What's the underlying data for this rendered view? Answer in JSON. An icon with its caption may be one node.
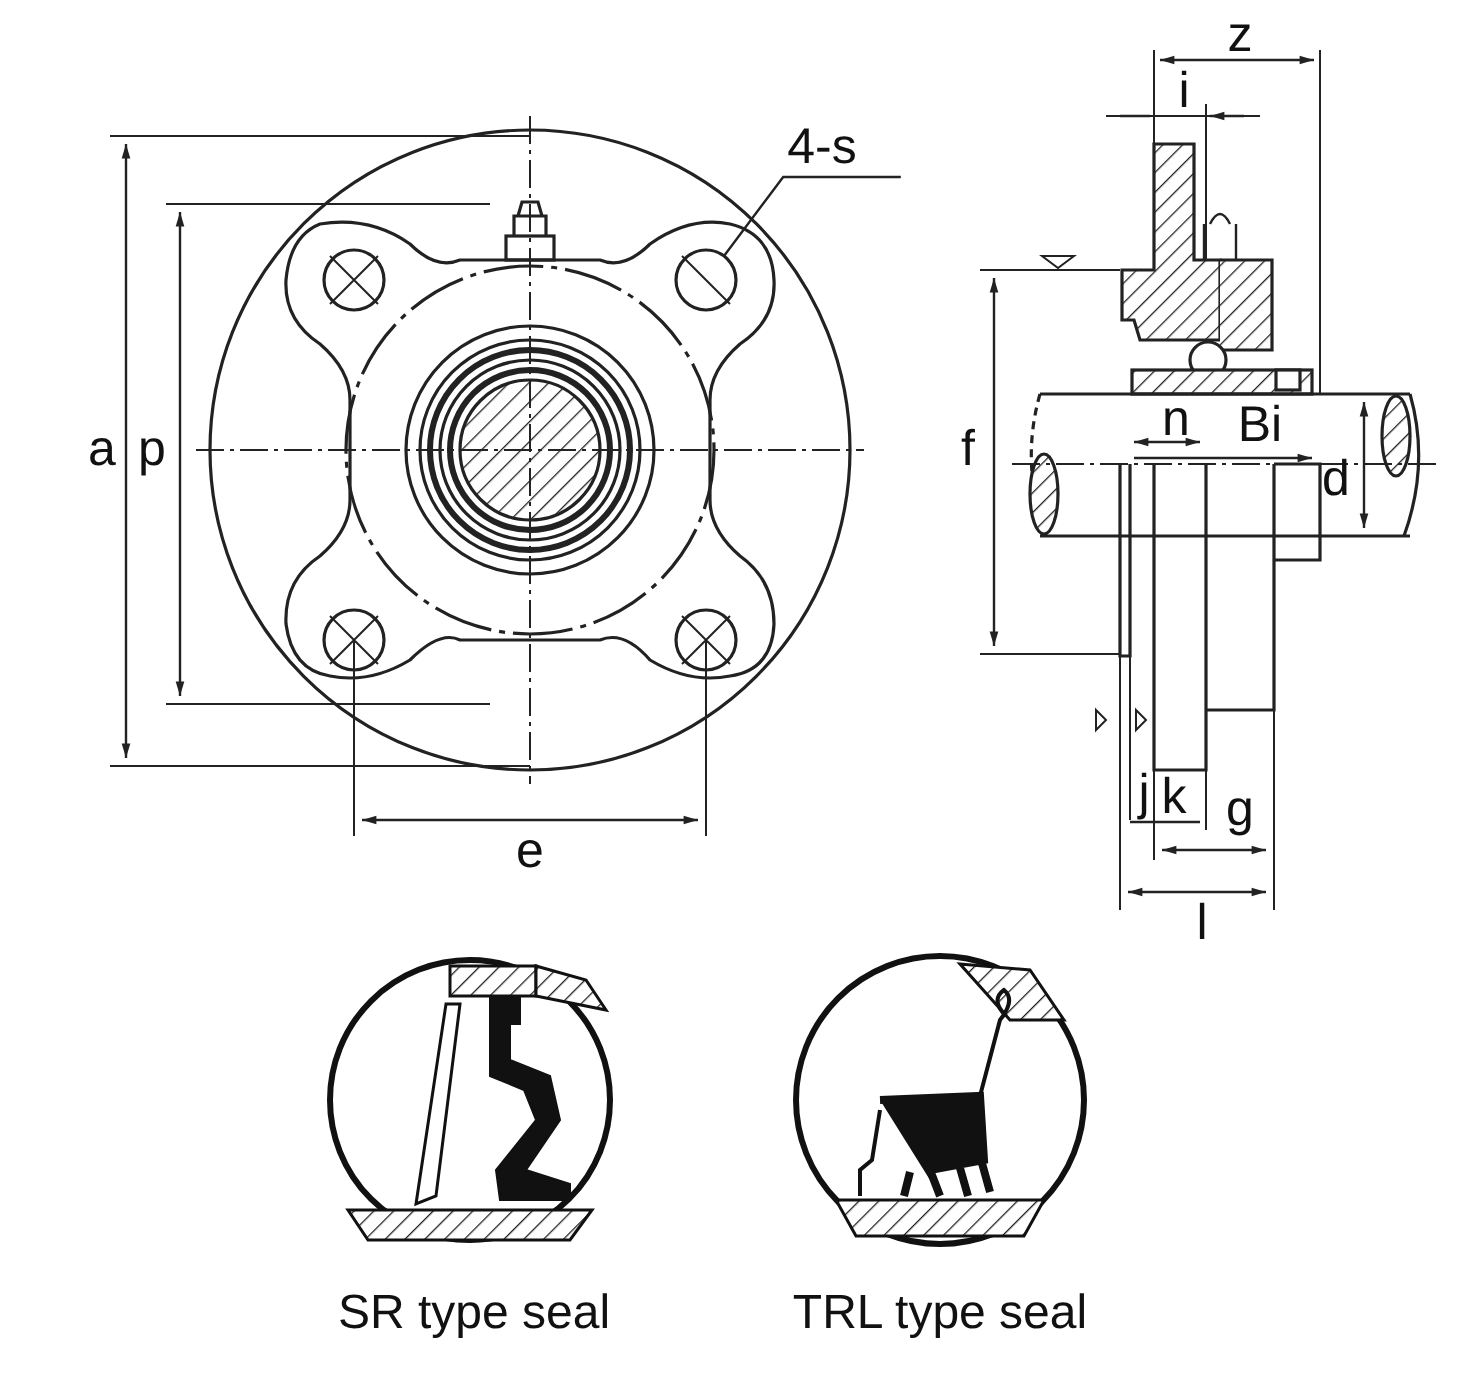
{
  "diagram": {
    "nodes": [
      {
        "text": [
          "4-s"
        ]
      },
      {
        "text": [],
        "shape": "circle"
      }
    ],
    "edges": [
      {
        "from": 0,
        "to": 1,
        "arrow": "none"
      }
    ],
    "labels": [
      "z",
      "i",
      "a",
      "p",
      "f",
      "n",
      "Bi",
      "d",
      "e",
      "j",
      "k",
      "g",
      "l",
      "SR type seal",
      "TRL type seal"
    ]
  }
}
